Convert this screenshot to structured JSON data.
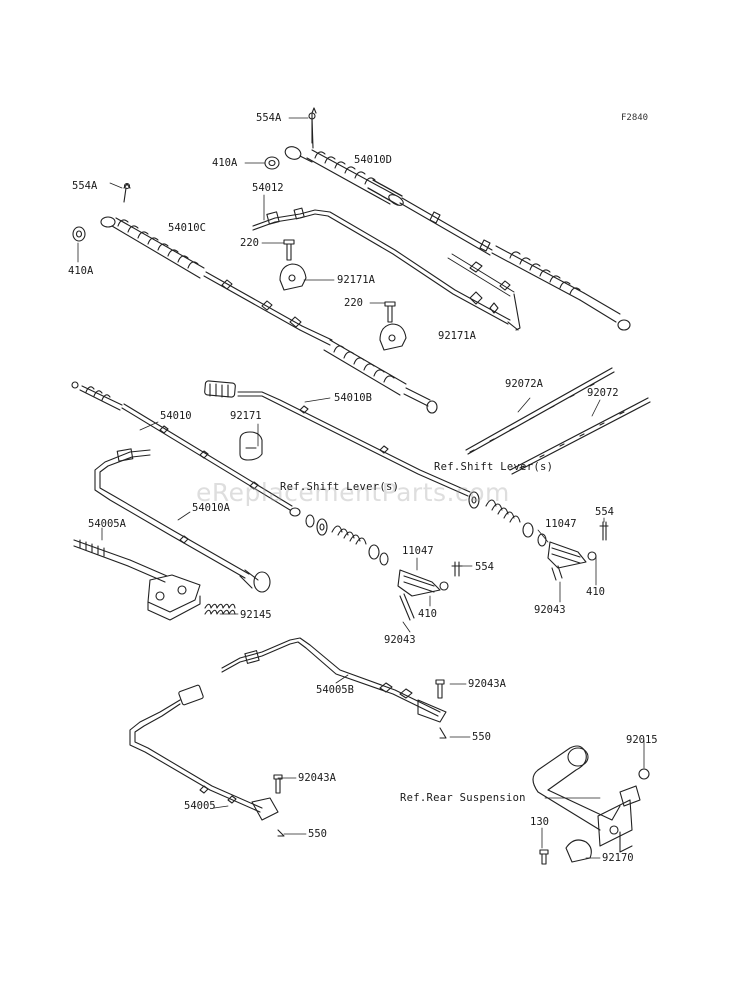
{
  "diagram_code": "F2840",
  "watermark": "eReplacementParts.com",
  "parts": [
    {
      "id": "p554A_1",
      "label": "554A"
    },
    {
      "id": "p410A_1",
      "label": "410A"
    },
    {
      "id": "p54010D",
      "label": "54010D"
    },
    {
      "id": "p554A_2",
      "label": "554A"
    },
    {
      "id": "p54012",
      "label": "54012"
    },
    {
      "id": "p54010C",
      "label": "54010C"
    },
    {
      "id": "p410A_2",
      "label": "410A"
    },
    {
      "id": "p220_1",
      "label": "220"
    },
    {
      "id": "p92171A_1",
      "label": "92171A"
    },
    {
      "id": "p220_2",
      "label": "220"
    },
    {
      "id": "p92171A_2",
      "label": "92171A"
    },
    {
      "id": "p92072A",
      "label": "92072A"
    },
    {
      "id": "p92072",
      "label": "92072"
    },
    {
      "id": "p54010",
      "label": "54010"
    },
    {
      "id": "p92171",
      "label": "92171"
    },
    {
      "id": "p54010B",
      "label": "54010B"
    },
    {
      "id": "p54010A",
      "label": "54010A"
    },
    {
      "id": "p54005A",
      "label": "54005A"
    },
    {
      "id": "p92145",
      "label": "92145"
    },
    {
      "id": "p11047_1",
      "label": "11047"
    },
    {
      "id": "p554_1",
      "label": "554"
    },
    {
      "id": "p410_1",
      "label": "410"
    },
    {
      "id": "p92043_1",
      "label": "92043"
    },
    {
      "id": "p11047_2",
      "label": "11047"
    },
    {
      "id": "p554_2",
      "label": "554"
    },
    {
      "id": "p410_2",
      "label": "410"
    },
    {
      "id": "p92043_2",
      "label": "92043"
    },
    {
      "id": "p54005B",
      "label": "54005B"
    },
    {
      "id": "p92043A_1",
      "label": "92043A"
    },
    {
      "id": "p550_1",
      "label": "550"
    },
    {
      "id": "p92043A_2",
      "label": "92043A"
    },
    {
      "id": "p54005",
      "label": "54005"
    },
    {
      "id": "p550_2",
      "label": "550"
    },
    {
      "id": "p92015",
      "label": "92015"
    },
    {
      "id": "p130",
      "label": "130"
    },
    {
      "id": "p92170",
      "label": "92170"
    }
  ],
  "references": [
    {
      "id": "ref_shift_1",
      "label": "Ref.Shift Lever(s)"
    },
    {
      "id": "ref_shift_2",
      "label": "Ref.Shift Lever(s)"
    },
    {
      "id": "ref_rear",
      "label": "Ref.Rear Suspension"
    }
  ]
}
